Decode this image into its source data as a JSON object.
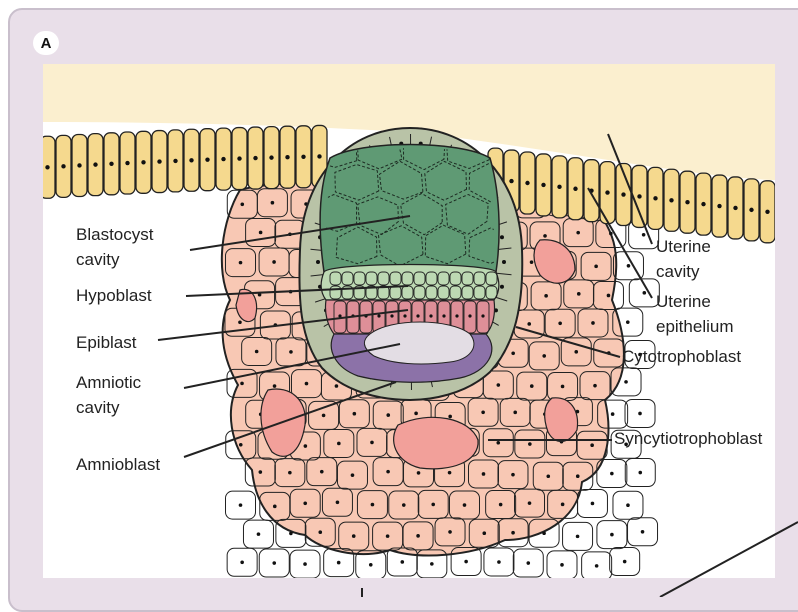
{
  "panel_label": "A",
  "labels": {
    "blastocyst_cavity": [
      "Blastocyst",
      "cavity"
    ],
    "hypoblast": [
      "Hypoblast"
    ],
    "epiblast": [
      "Epiblast"
    ],
    "amniotic_cavity": [
      "Amniotic",
      "cavity"
    ],
    "amnioblast": [
      "Amnioblast"
    ],
    "uterine_cavity": [
      "Uterine",
      "cavity"
    ],
    "uterine_epithelium": [
      "Uterine",
      "epithelium"
    ],
    "cytotrophoblast": [
      "Cytotrophoblast"
    ],
    "syncytiotrophoblast": [
      "Syncytiotrophoblast"
    ]
  },
  "colors": {
    "frame": "#e9dfe9",
    "uterine_cavity": "#fbefcf",
    "epithelium": "#f5d98e",
    "endometrium_cell": "#f8c8b4",
    "endometrium_gap": "#f2a09a",
    "cytotrophoblast": "#b9c3a7",
    "blastocyst_cavity": "#5f9a74",
    "hypoblast": "#bdd9b3",
    "epiblast": "#de8f98",
    "amnioblast": "#8c72a8",
    "amniotic_cavity": "#e3dde4"
  }
}
